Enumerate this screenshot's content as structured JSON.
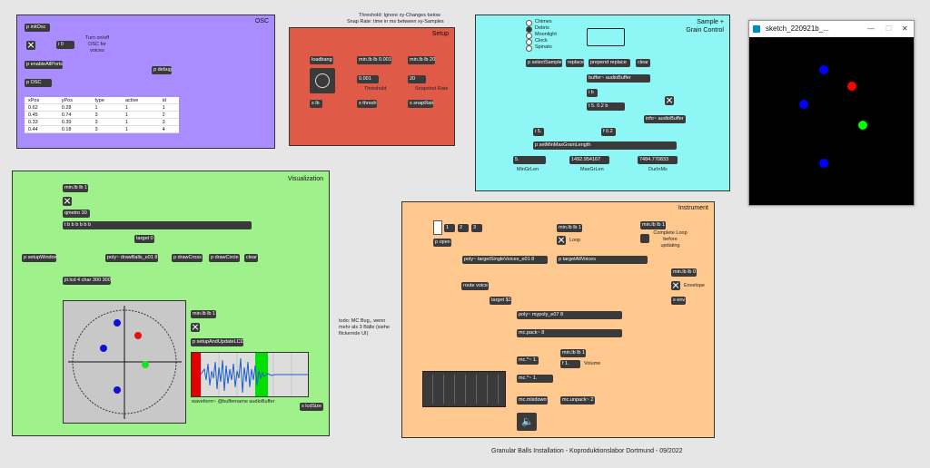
{
  "osc": {
    "title": "OSC",
    "init_osc": "p initOsc",
    "zero": "i 0",
    "toggle_note": "Turn on/off OSC for voices",
    "enable_all": "p enableAllPorts",
    "debug": "p debug",
    "osc_obj": "p OSC",
    "table": {
      "headers": [
        "xPos",
        "yPos",
        "type",
        "active",
        "id"
      ],
      "rows": [
        [
          "0.62",
          "0.28",
          "1",
          "1",
          "1"
        ],
        [
          "0.45",
          "0.74",
          "3",
          "1",
          "2"
        ],
        [
          "0.33",
          "0.39",
          "3",
          "1",
          "3"
        ],
        [
          "0.44",
          "0.18",
          "3",
          "1",
          "4"
        ]
      ]
    }
  },
  "setup": {
    "title": "Setup",
    "threshold_note": "Threshold: Ignore xy-Changes below",
    "snap_note": "Snap Rate: time in ms between xy-Samples",
    "loadbang": "loadbang",
    "s_lb": "s lb",
    "minlb1": "min.lb lb 0.001",
    "minlb2": "min.lb lb 20",
    "val1": "0.001",
    "val2": "20",
    "threshold_label": "Threshold",
    "snap_label": "Snapshot Rate",
    "s_thresh": "s thresh",
    "s_snap": "s snapRate"
  },
  "sample": {
    "title": "Sample + Grain Control",
    "options": [
      "Chimes",
      "Debris",
      "Moonlight",
      "Clock",
      "Spinato"
    ],
    "select_sample": "p selectSample",
    "replace": "replace",
    "prepend": "prepend replace",
    "clear": "clear",
    "buffer": "buffer~ audioBuffer",
    "ib": "i b",
    "t_obj": "t 5. 0.2 b",
    "info": "info~ audioBuffer",
    "i5": "i 5.",
    "f02": "f 0.2",
    "set_grain": "p setMinMaxGrainLength",
    "val_min": "5.",
    "val_max": "1492.954167",
    "val_dur": "7484.770833",
    "lab_min": "MinGrLen",
    "lab_max": "MaxGrLen",
    "lab_dur": "DurInMs"
  },
  "viz": {
    "title": "Visualization",
    "minlb": "min.lb lb 1",
    "qmetro": "qmetro 30",
    "t_obj": "t b b b b b b",
    "target": "target 0",
    "setup_window": "p setupWindow",
    "poly": "poly~ drawBalls_e01 8",
    "draw_cross": "p drawCross",
    "draw_circle": "p drawCircle",
    "clear": "clear",
    "jit": "jit.lcd 4 char 300 300",
    "minlb2": "min.lb lb 1",
    "setup_lcd": "p setupAndUpdateLCD",
    "waveform": "waveform~ @buffername audioBuffer",
    "s_lcd": "s lcdSize"
  },
  "todo_note": "todo: MC Bug,, wenn mehr als 3 Bälle (siehe flickernde UI)",
  "instrument": {
    "title": "Instrument",
    "buttons": [
      "1",
      "2",
      "3"
    ],
    "minlb1": "min.lb lb 1",
    "minlb2": "min.lb lb 1",
    "open": "p open",
    "loop": "Loop",
    "complete_note": "Complete Loop before updating",
    "target_single": "poly~ targetSingleVoices_e01 8",
    "target_all": "p targetAllVoices",
    "route_voice": "route voice",
    "target1": "target $1",
    "minlb0": "min.lb lb 0",
    "envelope": "Envelope",
    "s_env": "s env",
    "poly_mypoly": "poly~ mypoly_e07 8",
    "mcpack": "mc.pack~ 8",
    "minlb_vol": "min.lb lb 1",
    "f1": "f 1.",
    "volume": "Volume",
    "mcmul1": "mc.*~ 1.",
    "mcmul2": "mc.*~ 1.",
    "mcmix": "mc.mixdown~",
    "mcunpack": "mc.unpack~ 2"
  },
  "sketch": {
    "title": "sketch_220921b_...",
    "balls": [
      {
        "color": "#0000ff"
      },
      {
        "color": "#ff0000"
      },
      {
        "color": "#0000ff"
      },
      {
        "color": "#00ff00"
      },
      {
        "color": "#0000ff"
      }
    ]
  },
  "footer": "Granular Balls Installation -  Koproduktionslabor Dortmund - 09/2022",
  "colors": {
    "osc_bg": "#a98cff",
    "setup_bg": "#e05a48",
    "sample_bg": "#8ef6f4",
    "viz_bg": "#9ff18c",
    "inst_bg": "#ffc88e"
  }
}
